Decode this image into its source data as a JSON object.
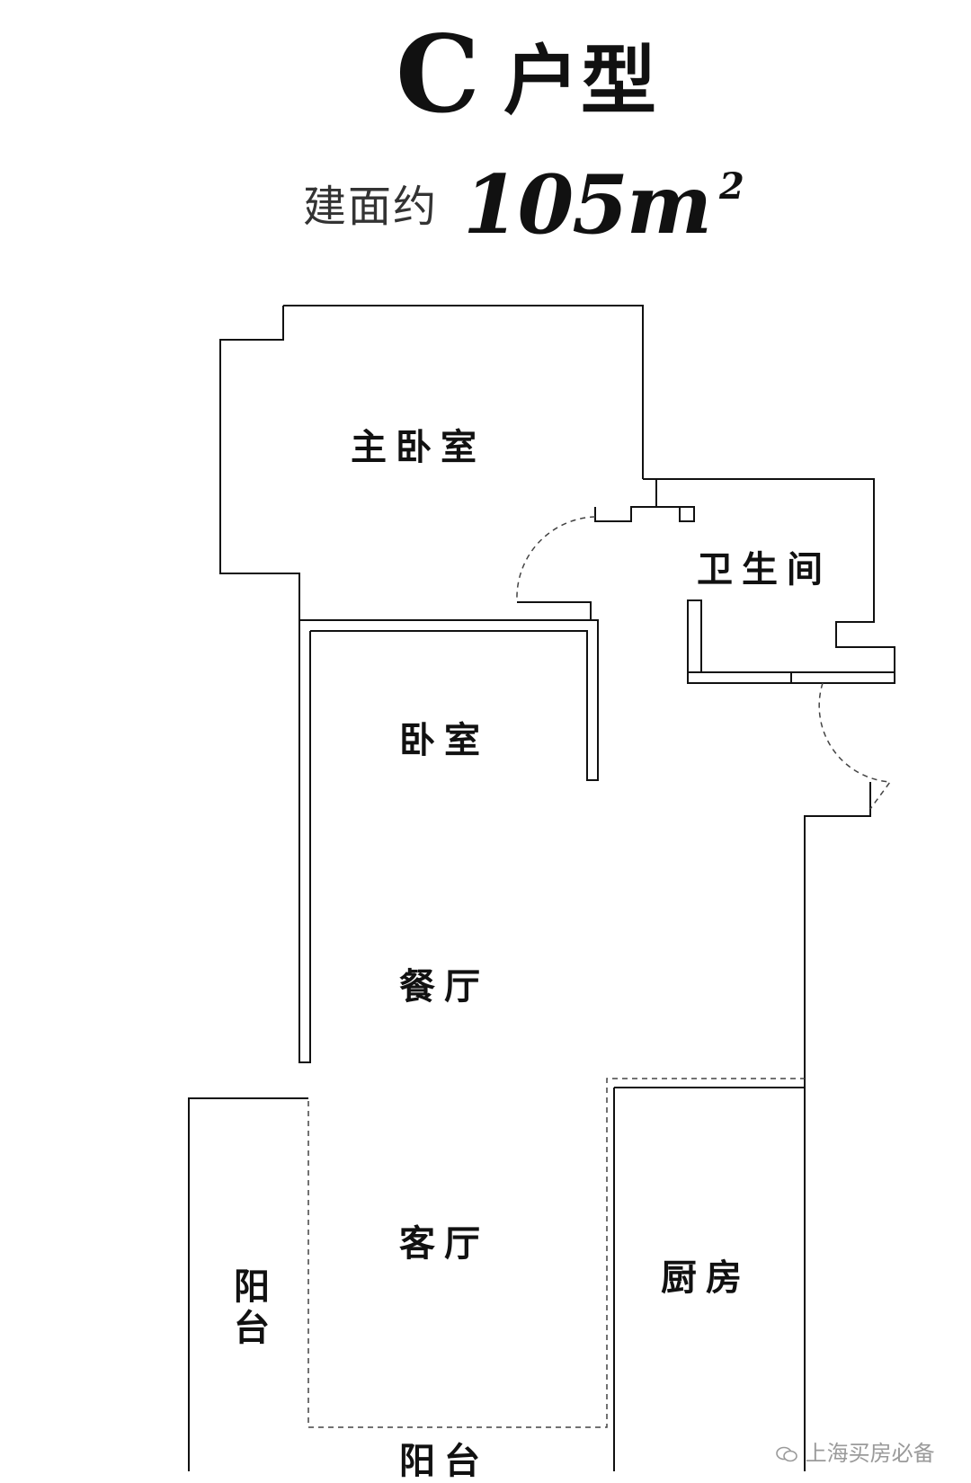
{
  "title": {
    "letter": "C",
    "suffix": "户型"
  },
  "area": {
    "prefix": "建面约",
    "value": "105m",
    "unit_sup": "2"
  },
  "rooms": {
    "master_bedroom": "主卧室",
    "bathroom": "卫生间",
    "bedroom": "卧室",
    "dining_room": "餐厅",
    "living_room": "客厅",
    "kitchen": "厨房",
    "balcony_side": "阳台",
    "balcony_bottom": "阳台"
  },
  "watermark": {
    "text": "上海买房必备",
    "icon": "wechat-icon"
  },
  "colors": {
    "wall": "#111111",
    "door": "#444444",
    "background": "#ffffff"
  }
}
